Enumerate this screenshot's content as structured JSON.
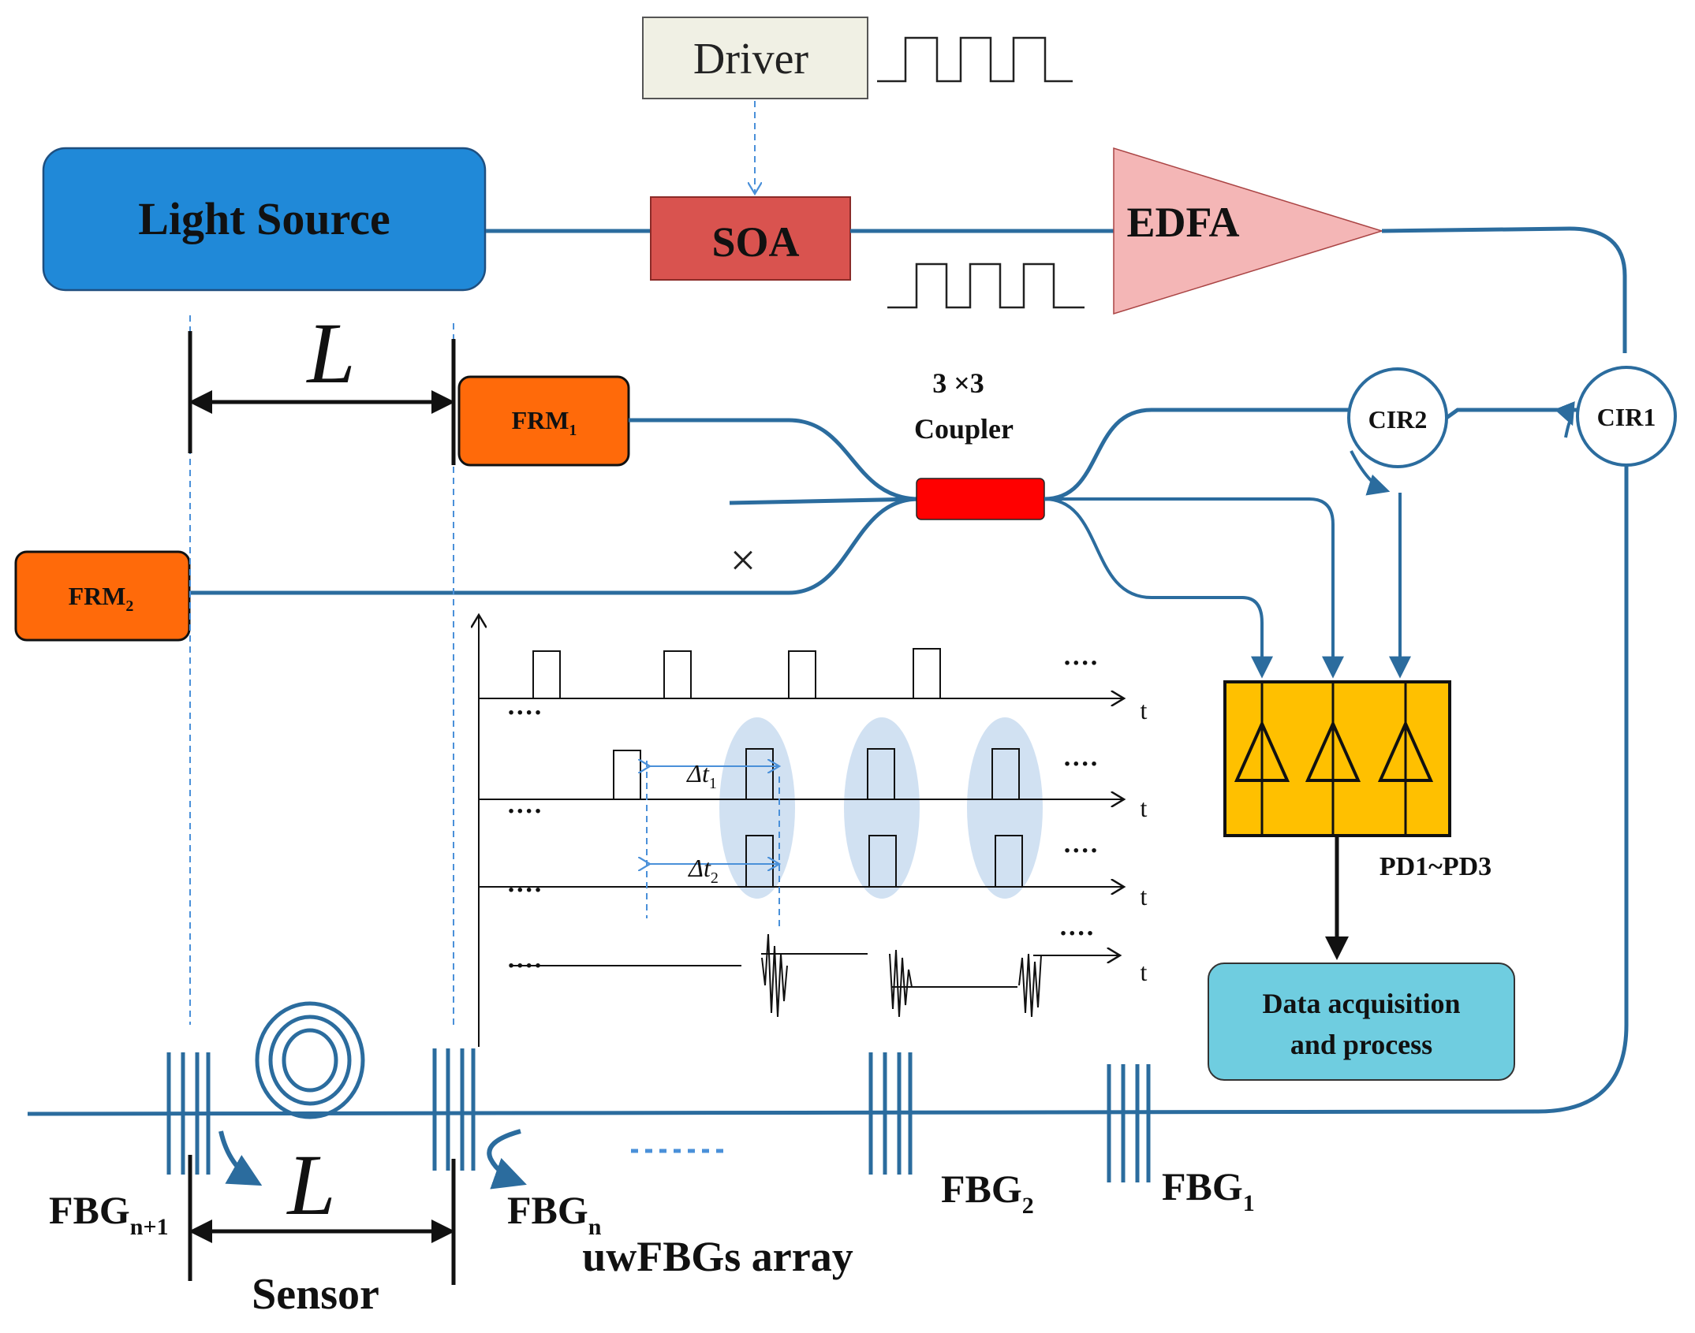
{
  "labels": {
    "driver": "Driver",
    "light_source": "Light Source",
    "soa": "SOA",
    "edfa": "EDFA",
    "frm1": "FRM",
    "frm1_sub": "1",
    "frm2": "FRM",
    "frm2_sub": "2",
    "coupler_line1": "3 ×3",
    "coupler_line2": "Coupler",
    "cir1": "CIR1",
    "cir2": "CIR2",
    "pd": "PD1~PD3",
    "daq_line1": "Data acquisition",
    "daq_line2": "and process",
    "length_top": "L",
    "length_bottom": "L",
    "sensor": "Sensor",
    "array": "uwFBGs array",
    "fbg_n1": "FBG",
    "fbg_n1_sub": "n+1",
    "fbg_n": "FBG",
    "fbg_n_sub": "n",
    "fbg_2": "FBG",
    "fbg_2_sub": "2",
    "fbg_1": "FBG",
    "fbg_1_sub": "1",
    "dt1": "Δt",
    "dt1_sub": "1",
    "dt2": "Δt",
    "dt2_sub": "2",
    "time_axis": "t",
    "ellipsis": "····",
    "cross": "×"
  },
  "colors": {
    "fiber": "#2b6c9e",
    "light_source": "#2089d8",
    "soa": "#d9534f",
    "edfa": "#f4b6b6",
    "frm": "#ff6a0a",
    "coupler": "#ff0000",
    "pd_box": "#ffc000",
    "daq": "#6fcde0",
    "driver_box": "#f0f0e4",
    "highlight": "#c9dcf0"
  }
}
